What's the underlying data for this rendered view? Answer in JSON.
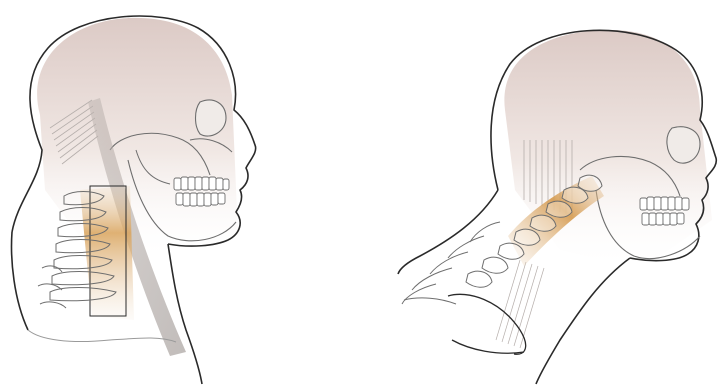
{
  "figure": {
    "panels": [
      {
        "id": "left",
        "posture": "neutral-upright-head"
      },
      {
        "id": "right",
        "posture": "forward-flexed-head"
      }
    ],
    "colors": {
      "outline": "#2a2a2a",
      "skull_shade_top": "#d9c7c2",
      "skull_shade_bottom": "#f3ece8",
      "vertebra_highlight": "#d9a35b",
      "muscle_band": "#c9c0bc",
      "bone_line": "#6e6e6e"
    }
  }
}
